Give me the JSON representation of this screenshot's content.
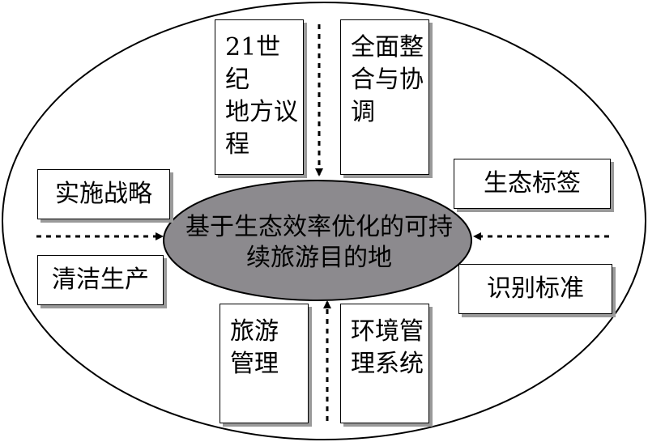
{
  "center": {
    "line1": "基于生态效率优化的可持",
    "line2": "续旅游目的地"
  },
  "top_boxes": [
    {
      "lines": [
        "21世纪",
        "地方议",
        "程"
      ]
    },
    {
      "lines": [
        "全面整",
        "合与协",
        "调"
      ]
    }
  ],
  "bottom_boxes": [
    {
      "lines": [
        "旅游",
        "管理"
      ]
    },
    {
      "lines": [
        "环境管",
        "理系统"
      ]
    }
  ],
  "left_boxes": [
    "实施战略",
    "清洁生产"
  ],
  "right_boxes": [
    "生态标签",
    "识别标准"
  ],
  "colors": {
    "center_fill": "#8c8a8e",
    "shadow": "#9a9a9a",
    "line": "#000000"
  }
}
